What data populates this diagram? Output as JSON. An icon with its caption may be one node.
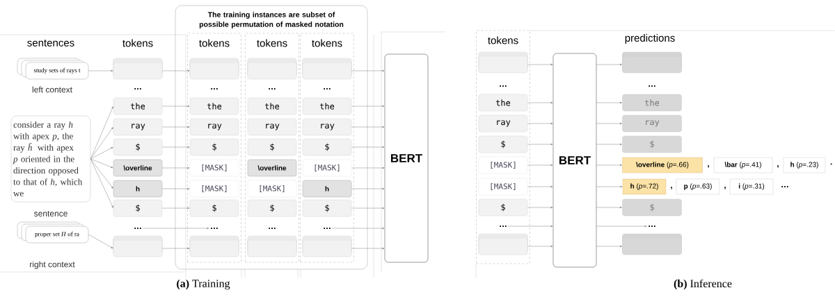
{
  "diagram": {
    "nodes": [
      {
        "text": [
          "study sets of rays t"
        ],
        "beside": [
          "left context"
        ]
      },
      {
        "text": [
          "consider a ray *h* with apex *p*, the ray *h̄* with apex *p* oriented in the direction opposed to that of *h*, which we"
        ],
        "beside": [
          "sentence"
        ]
      },
      {
        "text": [
          "proper set *H* of ra"
        ],
        "beside": [
          "right context"
        ]
      },
      {
        "text": [],
        "shape": "box"
      },
      {
        "text": [
          "the"
        ]
      },
      {
        "text": [
          "ray"
        ]
      },
      {
        "text": [
          "$"
        ]
      },
      {
        "text": [
          "\\overline"
        ]
      },
      {
        "text": [
          "h"
        ]
      },
      {
        "text": [
          "$"
        ]
      },
      {
        "text": [
          "…"
        ]
      },
      {
        "text": [],
        "shape": "box"
      },
      {
        "text": [
          "The training instances are subset of possible permutation of masked notation"
        ]
      },
      {
        "text": [
          "tokens"
        ],
        "in": 12
      },
      {
        "text": [],
        "shape": "box",
        "in": 13
      },
      {
        "text": [
          "the"
        ],
        "in": 13
      },
      {
        "text": [
          "ray"
        ],
        "in": 13
      },
      {
        "text": [
          "$"
        ],
        "in": 13
      },
      {
        "text": [
          "[MASK]"
        ],
        "in": 13
      },
      {
        "text": [
          "[MASK]"
        ],
        "in": 13
      },
      {
        "text": [
          "$"
        ],
        "in": 13
      },
      {
        "text": [
          "…"
        ],
        "in": 13
      },
      {
        "text": [],
        "shape": "box",
        "in": 13
      },
      {
        "text": [
          "tokens"
        ],
        "in": 12
      },
      {
        "text": [],
        "shape": "box",
        "in": 23
      },
      {
        "text": [
          "the"
        ],
        "in": 23
      },
      {
        "text": [
          "ray"
        ],
        "in": 23
      },
      {
        "text": [
          "$"
        ],
        "in": 23
      },
      {
        "text": [
          "\\overline"
        ],
        "in": 23
      },
      {
        "text": [
          "[MASK]"
        ],
        "in": 23
      },
      {
        "text": [
          "$"
        ],
        "in": 23
      },
      {
        "text": [
          "…"
        ],
        "in": 23
      },
      {
        "text": [],
        "shape": "box",
        "in": 23
      },
      {
        "text": [
          "tokens"
        ],
        "in": 12
      },
      {
        "text": [],
        "shape": "box",
        "in": 33
      },
      {
        "text": [
          "the"
        ],
        "in": 33
      },
      {
        "text": [
          "ray"
        ],
        "in": 33
      },
      {
        "text": [
          "$"
        ],
        "in": 33
      },
      {
        "text": [
          "[MASK]"
        ],
        "in": 33
      },
      {
        "text": [
          "h"
        ],
        "in": 33
      },
      {
        "text": [
          "$"
        ],
        "in": 33
      },
      {
        "text": [
          "…"
        ],
        "in": 33
      },
      {
        "text": [],
        "shape": "box",
        "in": 33
      },
      {
        "text": [
          "BERT"
        ]
      },
      {
        "text": [
          "tokens"
        ]
      },
      {
        "text": [],
        "shape": "box",
        "in": 44
      },
      {
        "text": [
          "the"
        ],
        "in": 44
      },
      {
        "text": [
          "ray"
        ],
        "in": 44
      },
      {
        "text": [
          "$"
        ],
        "in": 44
      },
      {
        "text": [
          "[MASK]"
        ],
        "in": 44
      },
      {
        "text": [
          "[MASK]"
        ],
        "in": 44
      },
      {
        "text": [
          "$"
        ],
        "in": 44
      },
      {
        "text": [
          "…"
        ],
        "in": 44
      },
      {
        "text": [],
        "shape": "box",
        "in": 44
      },
      {
        "text": [
          "BERT"
        ]
      },
      {
        "text": [],
        "shape": "box"
      },
      {
        "text": [
          "the"
        ]
      },
      {
        "text": [
          "ray"
        ]
      },
      {
        "text": [
          "$"
        ]
      },
      {
        "text": [
          "**\\overline** (*p*=.66)"
        ]
      },
      {
        "text": [
          "**\\bar** (*p*=.41)"
        ]
      },
      {
        "text": [
          "**h** (*p*=.23)"
        ]
      },
      {
        "text": [
          "**h** (*p*=.72)"
        ]
      },
      {
        "text": [
          "**p** (*p*=.63)"
        ]
      },
      {
        "text": [
          "**i** (*p*=.31)"
        ]
      },
      {
        "text": [
          "$"
        ]
      },
      {
        "text": [
          "…"
        ]
      },
      {
        "text": [],
        "shape": "box"
      }
    ],
    "edges": [
      {
        "from": 0,
        "to": 3,
        "arrow": "to"
      },
      {
        "from": 1,
        "to": 4,
        "arrow": "to"
      },
      {
        "from": 1,
        "to": 5,
        "arrow": "to"
      },
      {
        "from": 1,
        "to": 6,
        "arrow": "to"
      },
      {
        "from": 1,
        "to": 7,
        "arrow": "to"
      },
      {
        "from": 1,
        "to": 8,
        "arrow": "to"
      },
      {
        "from": 1,
        "to": 9,
        "arrow": "to"
      },
      {
        "from": 2,
        "to": 11,
        "arrow": "to"
      },
      {
        "from": 3,
        "to": 14,
        "arrow": "to"
      },
      {
        "from": 4,
        "to": 15,
        "arrow": "to"
      },
      {
        "from": 5,
        "to": 16,
        "arrow": "to"
      },
      {
        "from": 6,
        "to": 17,
        "arrow": "to"
      },
      {
        "from": 7,
        "to": 18,
        "arrow": "to"
      },
      {
        "from": 8,
        "to": 19,
        "arrow": "to"
      },
      {
        "from": 9,
        "to": 20,
        "arrow": "to"
      },
      {
        "from": 10,
        "to": 21,
        "arrow": "to"
      },
      {
        "from": 11,
        "to": 22,
        "arrow": "to"
      },
      {
        "from": 34,
        "to": 43,
        "arrow": "to"
      },
      {
        "from": 35,
        "to": 43,
        "arrow": "to"
      },
      {
        "from": 36,
        "to": 43,
        "arrow": "to"
      },
      {
        "from": 37,
        "to": 43,
        "arrow": "to"
      },
      {
        "from": 38,
        "to": 43,
        "arrow": "to"
      },
      {
        "from": 39,
        "to": 43,
        "arrow": "to"
      },
      {
        "from": 40,
        "to": 43,
        "arrow": "to"
      },
      {
        "from": 41,
        "to": 43,
        "arrow": "to"
      },
      {
        "from": 42,
        "to": 43,
        "arrow": "to"
      },
      {
        "from": 45,
        "to": 54,
        "arrow": "to"
      },
      {
        "from": 46,
        "to": 54,
        "arrow": "to"
      },
      {
        "from": 47,
        "to": 54,
        "arrow": "to"
      },
      {
        "from": 48,
        "to": 54,
        "arrow": "to"
      },
      {
        "from": 49,
        "to": 54,
        "arrow": "to"
      },
      {
        "from": 50,
        "to": 54,
        "arrow": "to"
      },
      {
        "from": 51,
        "to": 54,
        "arrow": "to"
      },
      {
        "from": 52,
        "to": 54,
        "arrow": "to"
      },
      {
        "from": 53,
        "to": 54,
        "arrow": "to"
      },
      {
        "from": 54,
        "to": 55,
        "arrow": "to"
      },
      {
        "from": 54,
        "to": 56,
        "arrow": "to"
      },
      {
        "from": 54,
        "to": 57,
        "arrow": "to"
      },
      {
        "from": 54,
        "to": 58,
        "arrow": "to"
      },
      {
        "from": 54,
        "to": 59,
        "arrow": "to"
      },
      {
        "from": 54,
        "to": 62,
        "arrow": "to"
      },
      {
        "from": 54,
        "to": 65,
        "arrow": "to"
      },
      {
        "from": 54,
        "to": 66,
        "arrow": "to"
      },
      {
        "from": 54,
        "to": 67,
        "arrow": "to"
      }
    ],
    "labels": [
      "sentences",
      "tokens",
      "…",
      "…",
      "…",
      "…",
      "…",
      "predictions",
      "…",
      ",",
      ",",
      "·",
      ",",
      ",",
      "…",
      "**(a)** Training",
      "**(b)** Inference"
    ]
  }
}
